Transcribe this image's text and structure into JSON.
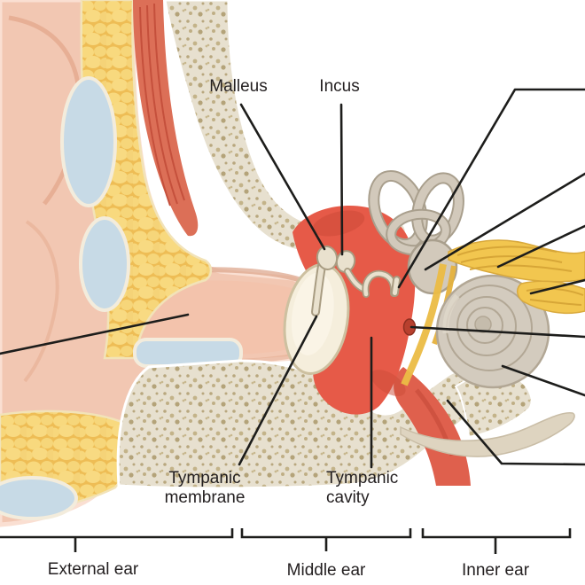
{
  "figure": {
    "subject": "Cross-section anatomical diagram of the human ear",
    "regions_shown": [
      "External ear",
      "Middle ear",
      "Inner ear"
    ]
  },
  "callouts": {
    "malleus": "Malleus",
    "incus": "Incus",
    "tympanic_membrane": {
      "line1": "Tympanic",
      "line2": "membrane"
    },
    "tympanic_cavity": {
      "line1": "Tympanic",
      "line2": "cavity"
    }
  },
  "region_brackets": [
    {
      "label": "External ear"
    },
    {
      "label": "Middle ear"
    },
    {
      "label": "Inner ear"
    }
  ],
  "leader_lines": {
    "labeled_targets": [
      "Malleus",
      "Incus",
      "Tympanic membrane",
      "Tympanic cavity"
    ],
    "unlabeled_left_count": 1,
    "unlabeled_right_count": 7
  },
  "colors": {
    "background": "#ffffff",
    "line": "#1d1d1b",
    "text": "#231f20",
    "skin": "#f2c7b2",
    "skin_outline": "#fadfd2",
    "fat_yellow": "#f3cd6d",
    "cartilage_blue": "#c7dae6",
    "muscle_red": "#dc6f57",
    "bone_cream": "#e7e0cf",
    "bone_speckle": "#b8a77e",
    "tympanic_cavity_red": "#e65a48",
    "membrane_cream": "#f5eedc",
    "labyrinth_gray": "#d2c9bb",
    "nerve_yellow": "#f2c64f"
  }
}
